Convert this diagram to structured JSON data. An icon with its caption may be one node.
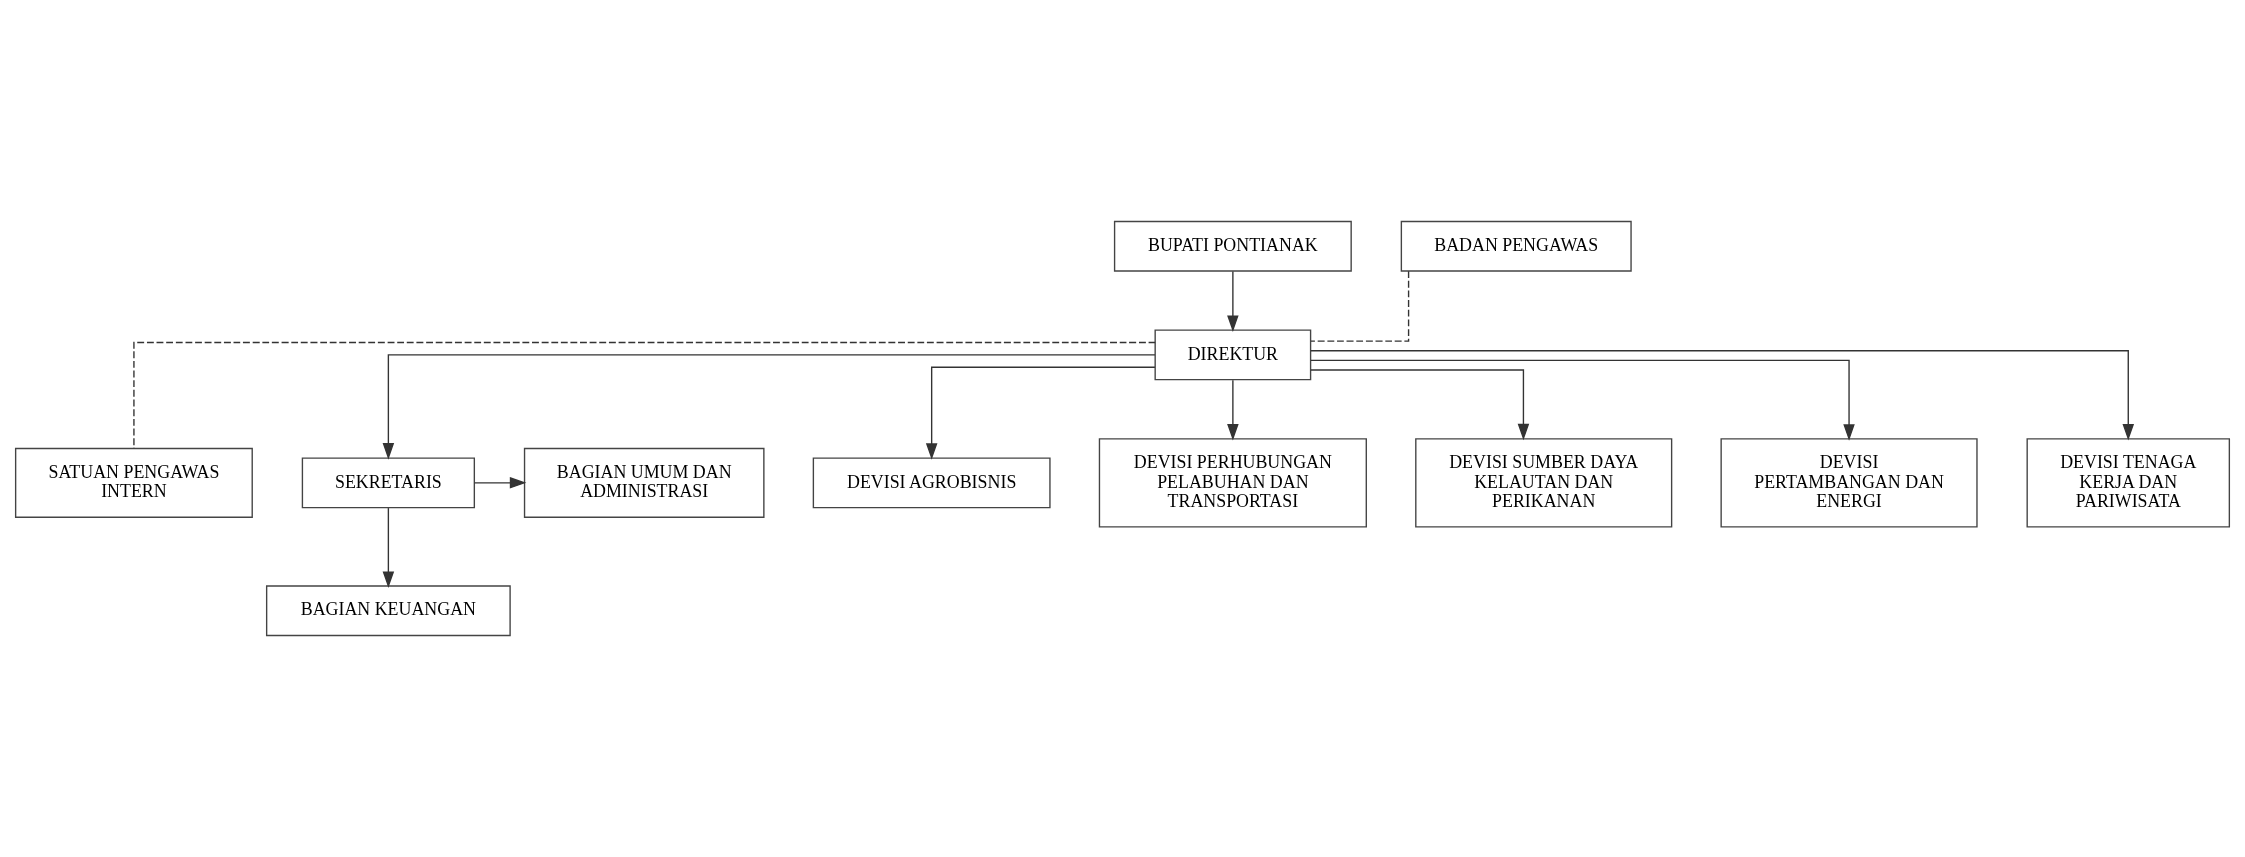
{
  "diagram": {
    "nodes": [
      {
        "text": [
          "BUPATI PONTIANAK"
        ]
      },
      {
        "text": [
          "BADAN PENGAWAS"
        ]
      },
      {
        "text": [
          "DIREKTUR"
        ]
      },
      {
        "text": [
          "SATUAN PENGAWAS INTERN"
        ]
      },
      {
        "text": [
          "SEKRETARIS"
        ]
      },
      {
        "text": [
          "BAGIAN UMUM DAN ADMINISTRASI"
        ]
      },
      {
        "text": [
          "BAGIAN KEUANGAN"
        ]
      },
      {
        "text": [
          "DEVISI AGROBISNIS"
        ]
      },
      {
        "text": [
          "DEVISI PERHUBUNGAN PELABUHAN DAN TRANSPORTASI"
        ]
      },
      {
        "text": [
          "DEVISI SUMBER DAYA KELAUTAN DAN PERIKANAN"
        ]
      },
      {
        "text": [
          "DEVISI PERTAMBANGAN DAN ENERGI"
        ]
      },
      {
        "text": [
          "DEVISI TENAGA KERJA DAN PARIWISATA"
        ]
      }
    ],
    "edges": [
      {
        "from": 0,
        "to": 2,
        "arrow": "to"
      },
      {
        "from": 1,
        "to": 2,
        "arrow": "none",
        "style": "dashed"
      },
      {
        "from": 2,
        "to": 3,
        "arrow": "none",
        "style": "dashed"
      },
      {
        "from": 2,
        "to": 4,
        "arrow": "to"
      },
      {
        "from": 4,
        "to": 5,
        "arrow": "to"
      },
      {
        "from": 4,
        "to": 6,
        "arrow": "to"
      },
      {
        "from": 2,
        "to": 7,
        "arrow": "to"
      },
      {
        "from": 2,
        "to": 8,
        "arrow": "to"
      },
      {
        "from": 2,
        "to": 9,
        "arrow": "to"
      },
      {
        "from": 2,
        "to": 10,
        "arrow": "to"
      },
      {
        "from": 2,
        "to": 11,
        "arrow": "to"
      }
    ]
  }
}
